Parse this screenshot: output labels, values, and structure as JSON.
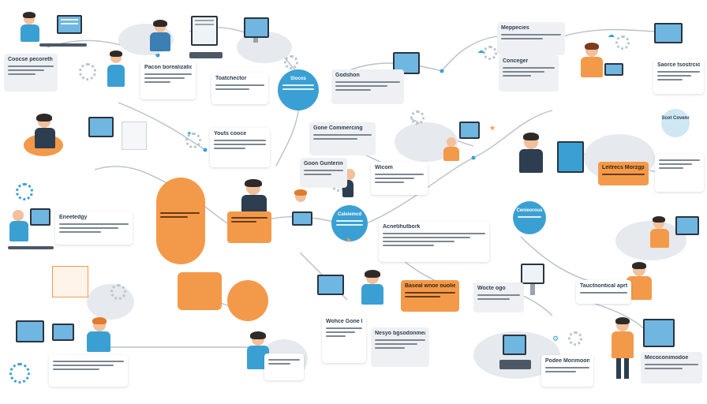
{
  "colors": {
    "accent_orange": "#f39a4a",
    "accent_blue": "#3aa0d4",
    "wire": "#b8c0c8",
    "text_dark": "#2c3e50"
  },
  "cards": [
    {
      "id": "c1",
      "title": "Coocse pecoreth"
    },
    {
      "id": "c2",
      "title": "Pacon borealization"
    },
    {
      "id": "c3",
      "title": "Toatchector"
    },
    {
      "id": "c4",
      "title": "Youts cooce"
    },
    {
      "id": "c5",
      "title": "Godshon"
    },
    {
      "id": "c6",
      "title": "Goon Guntering"
    },
    {
      "id": "c7",
      "title": "Wicom"
    },
    {
      "id": "c8",
      "title": "Gone Commercing"
    },
    {
      "id": "c9",
      "title": "Conceger"
    },
    {
      "id": "c10",
      "title": "Saorce tsostrcion"
    },
    {
      "id": "c11",
      "title": "Meppecies"
    },
    {
      "id": "c12",
      "title": "Leitrecs Morzgprtien"
    },
    {
      "id": "c13",
      "title": "Eneetedgy"
    },
    {
      "id": "c14",
      "title": "Acnetihutbork"
    },
    {
      "id": "c15",
      "title": "Baseal wnoe ouoliere Ciissy"
    },
    {
      "id": "c16",
      "title": "Wocte ogo"
    },
    {
      "id": "c17",
      "title": "Tauctnontical aprt"
    },
    {
      "id": "c18",
      "title": "Wohce Gone Messood"
    },
    {
      "id": "c19",
      "title": "Nesyo bgsodonmeae"
    },
    {
      "id": "c20",
      "title": "Podee Morimoon"
    },
    {
      "id": "c21",
      "title": "Mecoconimodoe"
    }
  ],
  "nodes": [
    {
      "id": "n1",
      "title": "Slocos"
    },
    {
      "id": "n2",
      "title": "Caleiemcd"
    },
    {
      "id": "n3",
      "title": "Cenieorous"
    },
    {
      "id": "n4",
      "title": "Scot Covenr"
    }
  ]
}
